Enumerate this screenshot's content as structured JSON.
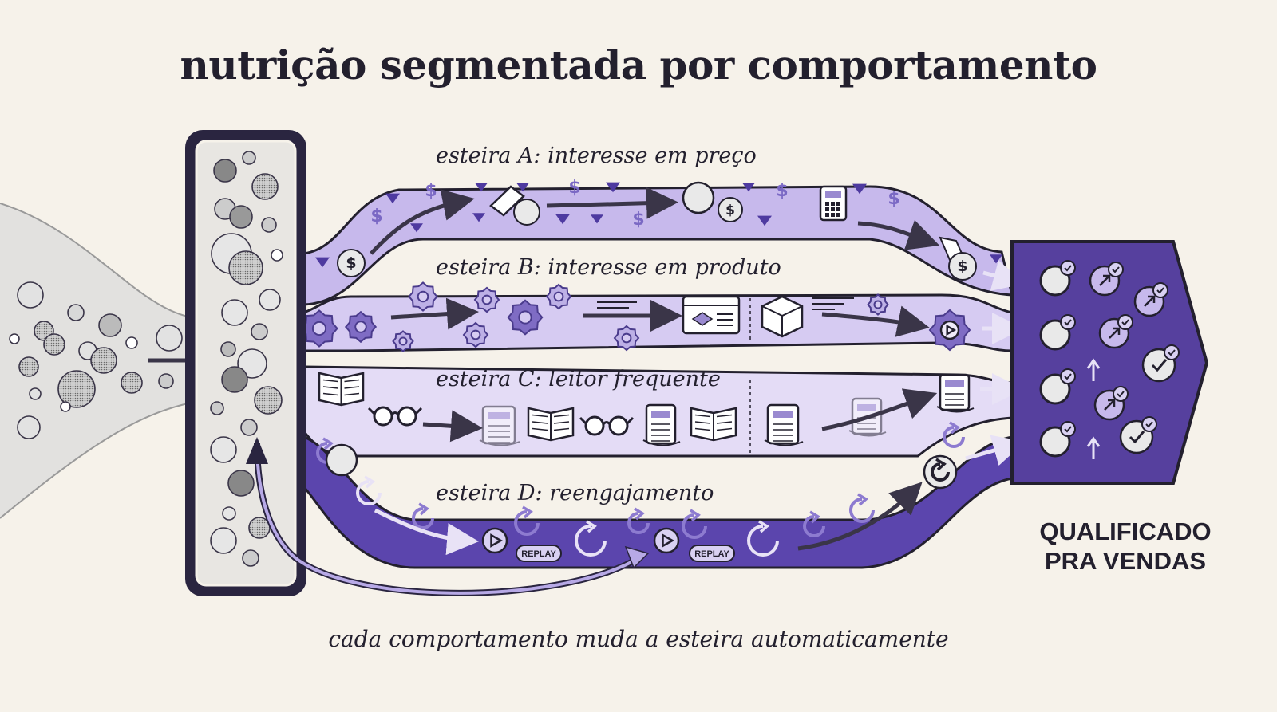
{
  "title": "nutrição segmentada por comportamento",
  "lanes": [
    {
      "id": "a",
      "label": "esteira A: interesse em preço"
    },
    {
      "id": "b",
      "label": "esteira B: interesse em produto"
    },
    {
      "id": "c",
      "label": "esteira C: leitor frequente"
    },
    {
      "id": "d",
      "label": "esteira D: reengajamento"
    }
  ],
  "qualified": {
    "line1": "QUALIFICADO",
    "line2": "PRA VENDAS"
  },
  "replay_label": "REPLAY",
  "footer": "cada comportamento muda a esteira automaticamente",
  "colors": {
    "background": "#f6f2ea",
    "ink": "#23202e",
    "lane_a": "#c7b9ec",
    "lane_b": "#d6cbf2",
    "lane_c": "#e4dcf6",
    "lane_d": "#5b45ad",
    "destination": "#56409e",
    "lead_gray": "#bdbdbd"
  },
  "icons": [
    "dollar-icon",
    "price-tag-icon",
    "calculator-icon",
    "gear-icon",
    "browser-window-icon",
    "box-icon",
    "play-icon",
    "book-icon",
    "glasses-icon",
    "scroll-document-icon",
    "refresh-icon",
    "replay-badge-icon",
    "check-badge-icon",
    "arrow-up-icon"
  ]
}
